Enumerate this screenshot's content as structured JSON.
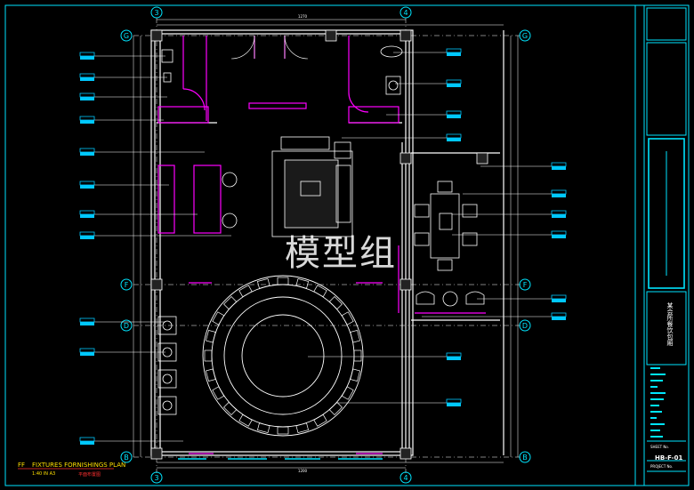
{
  "drawing": {
    "watermark": "模型组",
    "title_tag": "FF",
    "title": "FIXTURES FORNISHINGS    PLAN",
    "scale": "1:40 IN A3",
    "subtitle": "平面布置图",
    "grid_labels": {
      "col_left": "3",
      "col_right": "4",
      "row_g": "G",
      "row_f": "F",
      "row_d": "D",
      "row_b": "B"
    },
    "dimensions": {
      "top_mid": "1270",
      "bottom_mid": "1200"
    }
  },
  "title_block": {
    "vertical_title": "某会所餐饮包厢",
    "sheet_label": "SHEET No.",
    "sheet_no": "HB-F-01",
    "project_label": "PROJECT No."
  },
  "colors": {
    "background": "#000000",
    "frame": "#00e5ff",
    "walls": "#ffffff",
    "furniture": "#ffffff",
    "doors": "#ff00ff",
    "tags": "#00c8ff",
    "grid": "#00e5ff",
    "title": "#ffe000",
    "accent": "#ff3030"
  }
}
